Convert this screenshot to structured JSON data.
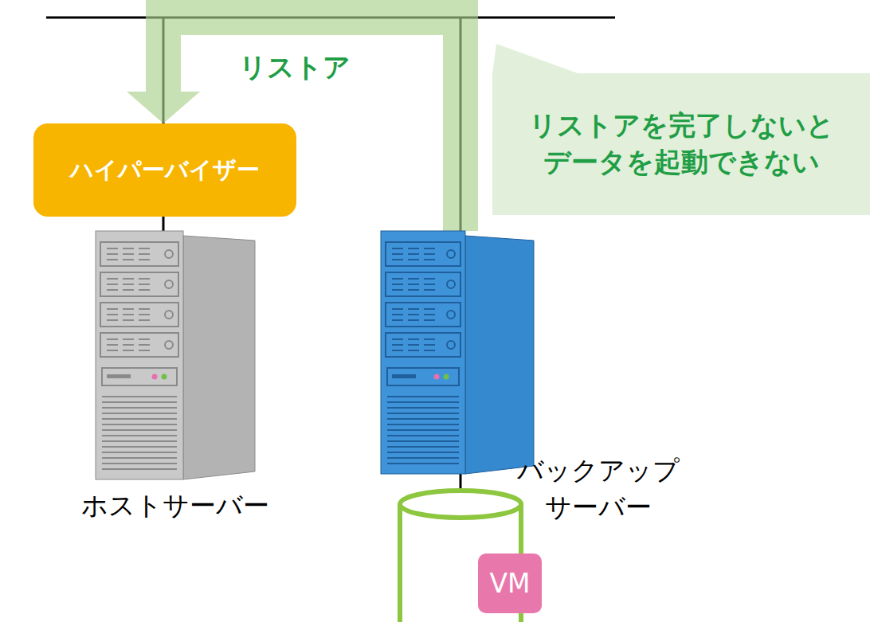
{
  "diagram": {
    "nodes": [
      {
        "text": [
          "ハイパーバイザー"
        ]
      },
      {
        "text": [
          "リストアを完了しないと データを起動できない"
        ]
      },
      {
        "text": [
          "ホストサーバー"
        ]
      },
      {
        "text": [
          "バックアップ サーバー"
        ]
      },
      {
        "text": [
          "VM"
        ]
      }
    ],
    "edges": [
      {
        "from": 3,
        "to": 0,
        "arrow": "to",
        "label": "リストア"
      },
      {
        "from": 0,
        "to": 2,
        "arrow": "none"
      }
    ]
  }
}
